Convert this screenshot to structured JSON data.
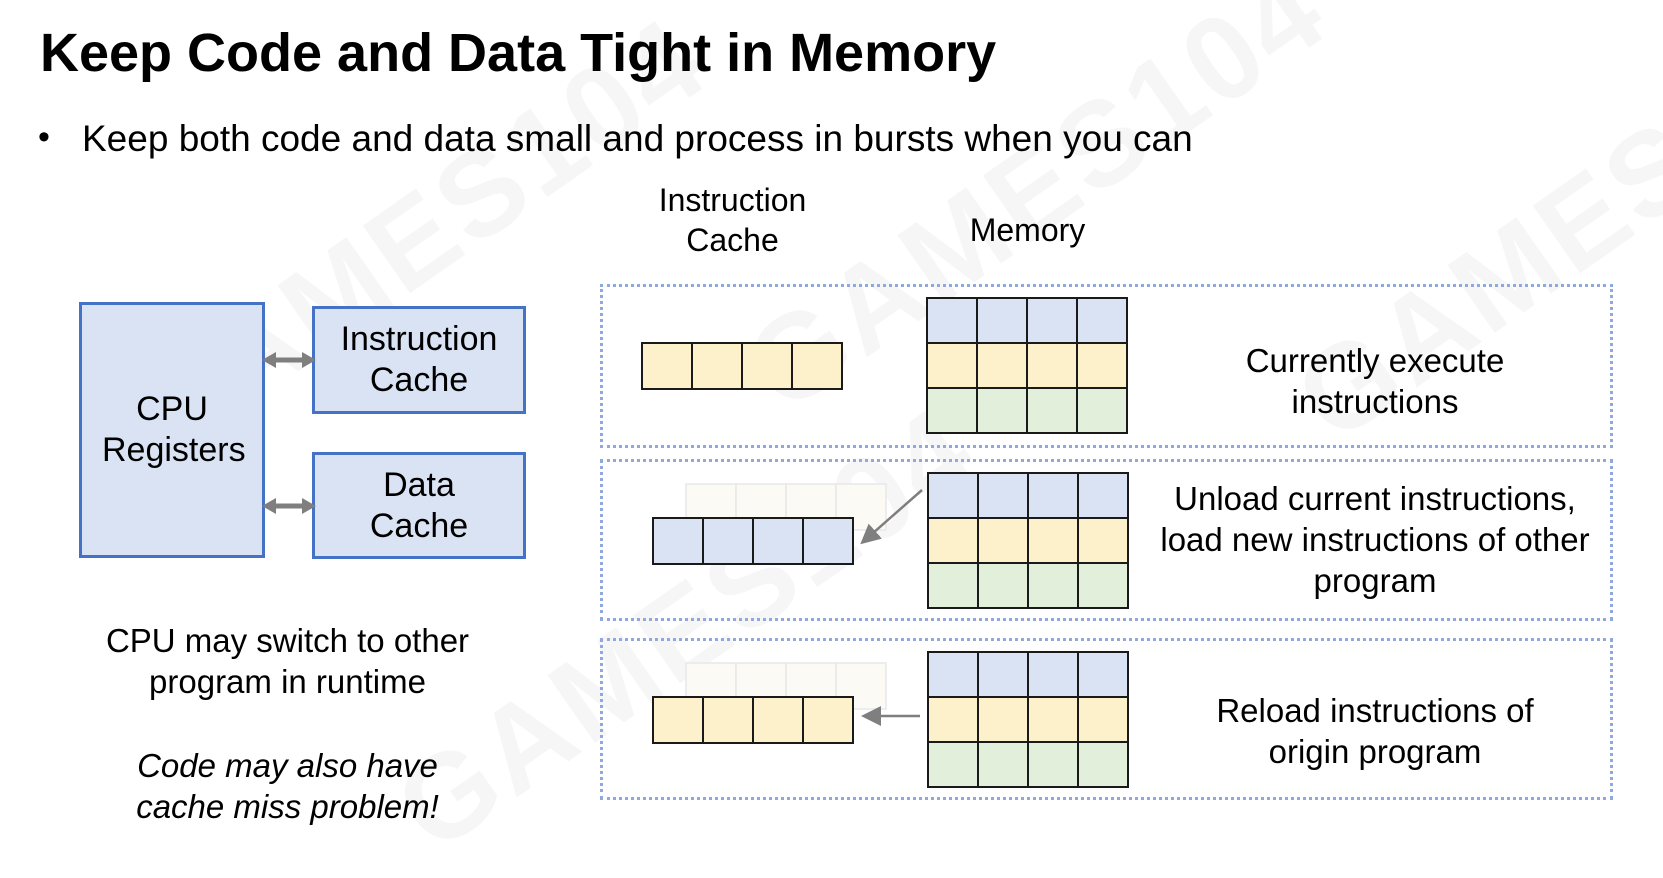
{
  "title": "Keep Code and Data Tight in Memory",
  "bullet": "Keep both code and data small and process in bursts when you can",
  "headers": {
    "instruction_cache": "Instruction Cache",
    "memory": "Memory"
  },
  "cpu_box": "CPU Registers",
  "icache_box": "Instruction Cache",
  "dcache_box": "Data Cache",
  "notes": {
    "switch": "CPU may switch to other program in runtime",
    "miss": "Code may also have cache miss problem!"
  },
  "rows": [
    {
      "label": "Currently execute instructions",
      "cache_color": "#fdf1cc"
    },
    {
      "label": "Unload current instructions, load new instructions of other program",
      "cache_color": "#dae3f3"
    },
    {
      "label": "Reload instructions of origin program",
      "cache_color": "#fdf1cc"
    }
  ],
  "memory_row_colors": [
    "#dae3f3",
    "#fdf1cc",
    "#e2efda"
  ],
  "watermark": "GAMES104"
}
